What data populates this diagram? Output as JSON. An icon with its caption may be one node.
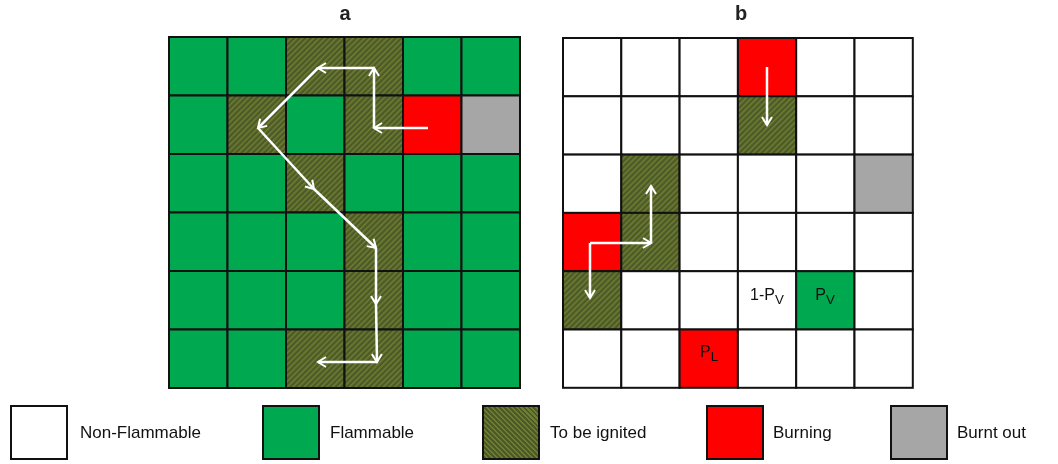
{
  "diagram": {
    "labels": [
      "a",
      "b",
      "1-P$_{V}$",
      "P$_{V}$",
      "P$_{L}$"
    ],
    "legend": [
      {
        "text": "Non-Flammable",
        "color": "#ffffff"
      },
      {
        "text": "Flammable",
        "color": "#00a84f"
      },
      {
        "text": "To be ignited"
      },
      {
        "text": "Burning",
        "color": "#ff0000"
      },
      {
        "text": "Burnt out",
        "color": "#a6a6a6"
      }
    ]
  }
}
